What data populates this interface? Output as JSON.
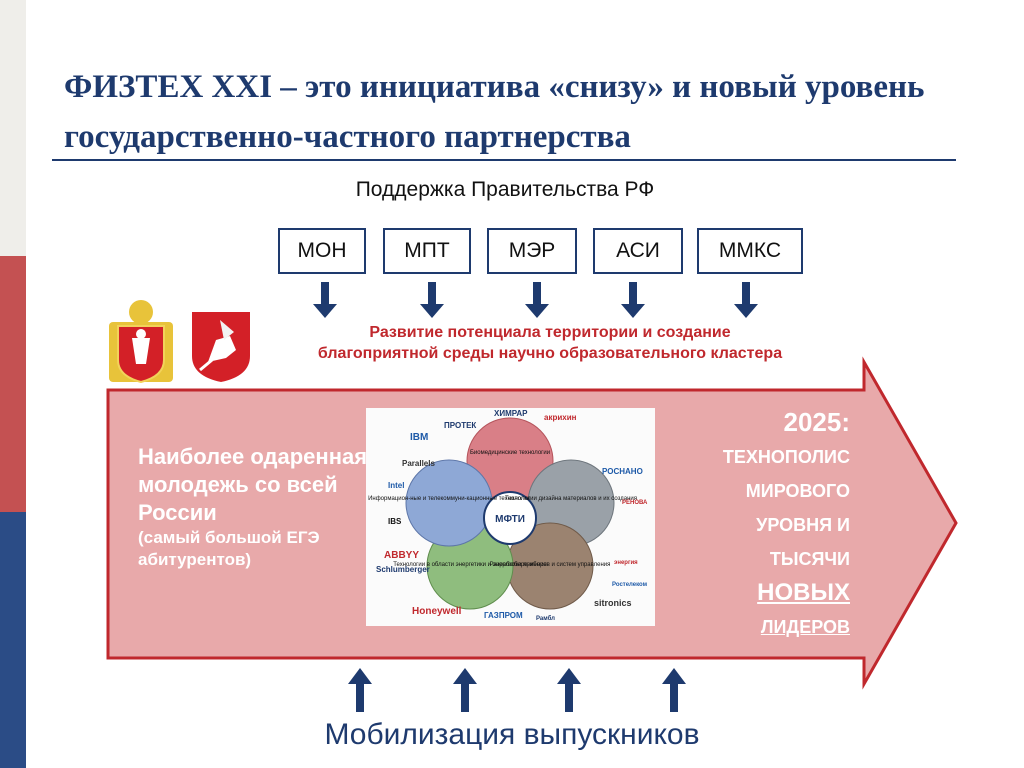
{
  "colors": {
    "navy": "#1e3a6e",
    "red": "#c0282d",
    "arrow_fill": "#e8a9aa",
    "stripe_red": "#c45152",
    "stripe_blue": "#2b4c86"
  },
  "title": {
    "part1": "ФИЗТЕХ XXI –",
    "part2": " это инициатива «снизу» и новый уровень государственно-частного партнерства"
  },
  "support_label": "Поддержка Правительства РФ",
  "agencies": [
    "МОН",
    "МПТ",
    "МЭР",
    "АСИ",
    "ММКС"
  ],
  "development": {
    "line1": "Развитие  потенциала территории и создание",
    "line2": "благоприятной среды научно образовательного кластера"
  },
  "youth": {
    "main": "Наиболее одаренная молодежь со всей России",
    "note": "(самый большой ЕГЭ абитурентов)"
  },
  "goal": {
    "year": "2025:",
    "l1": "ТЕХНОПОЛИС",
    "l2": "МИРОВОГО",
    "l3": "УРОВНЯ И",
    "l4": "ТЫСЯЧИ",
    "l5": "НОВЫХ",
    "l6": "ЛИДЕРОВ"
  },
  "cluster": {
    "center": "МФТИ",
    "petals": [
      "Биомедицинские технологии",
      "Технологии дизайна материалов и их создания",
      "Разработка приборов и систем управления",
      "Технологии в области энергетики и энергосбере-жения",
      "Информацион-ные и телекоммуни-кационные технологии"
    ],
    "logos": [
      "ПРОТЕК",
      "ХИМРАР",
      "акрихин",
      "IBM",
      "Parallels",
      "Intel",
      "IBS",
      "ABBYY",
      "Schlumberger",
      "Honeywell",
      "ГАЗПРОМ",
      "РОСНАНО",
      "sitronics",
      "Ростелеком",
      "энергия",
      "РЕНОВА",
      "Рамбл"
    ]
  },
  "mobilization": "Мобилизация выпускников"
}
